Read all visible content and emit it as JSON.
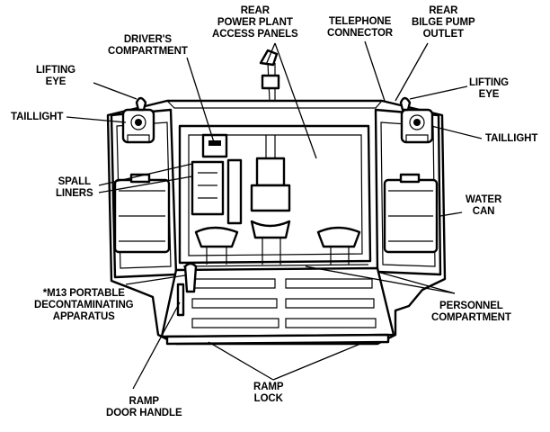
{
  "labels": {
    "rear_power_plant": [
      "REAR",
      "POWER PLANT",
      "ACCESS PANELS"
    ],
    "telephone": [
      "TELEPHONE",
      "CONNECTOR"
    ],
    "bilge_pump": [
      "REAR",
      "BILGE PUMP",
      "OUTLET"
    ],
    "drivers_compartment": [
      "DRIVER'S",
      "COMPARTMENT"
    ],
    "lifting_eye_left": [
      "LIFTING",
      "EYE"
    ],
    "lifting_eye_right": [
      "LIFTING",
      "EYE"
    ],
    "taillight_left": [
      "TAILLIGHT"
    ],
    "taillight_right": [
      "TAILLIGHT"
    ],
    "spall_liners": [
      "SPALL",
      "LINERS"
    ],
    "water_can": [
      "WATER",
      "CAN"
    ],
    "m13": [
      "*M13 PORTABLE",
      "DECONTAMINATING",
      "APPARATUS"
    ],
    "personnel": [
      "PERSONNEL",
      "COMPARTMENT"
    ],
    "ramp_lock": [
      "RAMP",
      "LOCK"
    ],
    "ramp_door_handle": [
      "RAMP",
      "DOOR HANDLE"
    ]
  }
}
